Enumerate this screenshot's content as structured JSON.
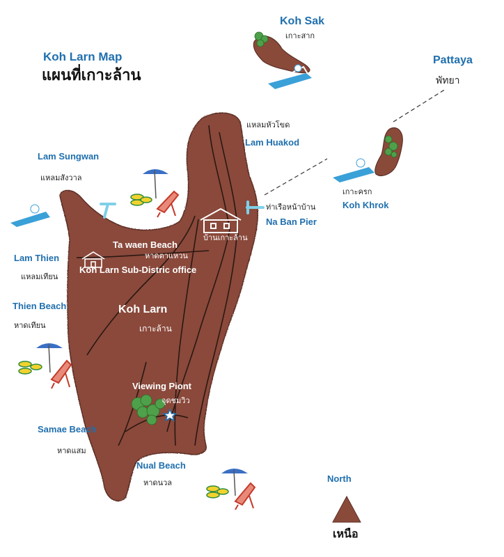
{
  "title": {
    "en": "Koh Larn Map",
    "th": "แผนที่เกาะล้าน"
  },
  "colors": {
    "land": "#8a4a3a",
    "land_edge": "#5b2f25",
    "road": "#2a1812",
    "vegetation": "#4fa04a",
    "label_blue": "#1f6fae",
    "pier": "#7fd0e8",
    "sea_route": "#333333"
  },
  "islands": {
    "main": {
      "en": "Koh Larn",
      "th": "เกาะล้าน"
    },
    "sak": {
      "en": "Koh Sak",
      "th": "เกาะสาก"
    },
    "khrok": {
      "en": "Koh Khrok",
      "th": "เกาะครก"
    }
  },
  "destination": {
    "en": "Pattaya",
    "th": "พัทยา"
  },
  "capes": {
    "huakod": {
      "en": "Lam Huakod",
      "th": "แหลมหัวโขด"
    },
    "sungwan": {
      "en": "Lam Sungwan",
      "th": "แหลมสังวาล"
    },
    "thien": {
      "en": "Lam Thien",
      "th": "แหลมเทียน"
    }
  },
  "beaches": {
    "tawaen": {
      "en": "Ta waen Beach",
      "th": "หาดตาแหวน"
    },
    "thien": {
      "en": "Thien Beach",
      "th": "หาดเทียน"
    },
    "samae": {
      "en": "Samae Beach",
      "th": "หาดแสม"
    },
    "nual": {
      "en": "Nual Beach",
      "th": "หาดนวล"
    }
  },
  "places": {
    "pier": {
      "en": "Na Ban Pier",
      "th": "ท่าเรือหน้าบ้าน"
    },
    "village": {
      "th": "บ้านเกาะล้าน"
    },
    "office": {
      "en": "Koh Larn Sub-Distric office"
    },
    "viewpoint": {
      "en": "Viewing Piont",
      "th": "จุดชมวิว"
    }
  },
  "compass": {
    "en": "North",
    "th": "เหนือ"
  },
  "icons": [
    "speedboat-icon",
    "beach-umbrella-icon",
    "deck-chair-icon",
    "house-icon",
    "star-icon",
    "tree-icon",
    "pier-icon",
    "north-arrow-icon"
  ]
}
